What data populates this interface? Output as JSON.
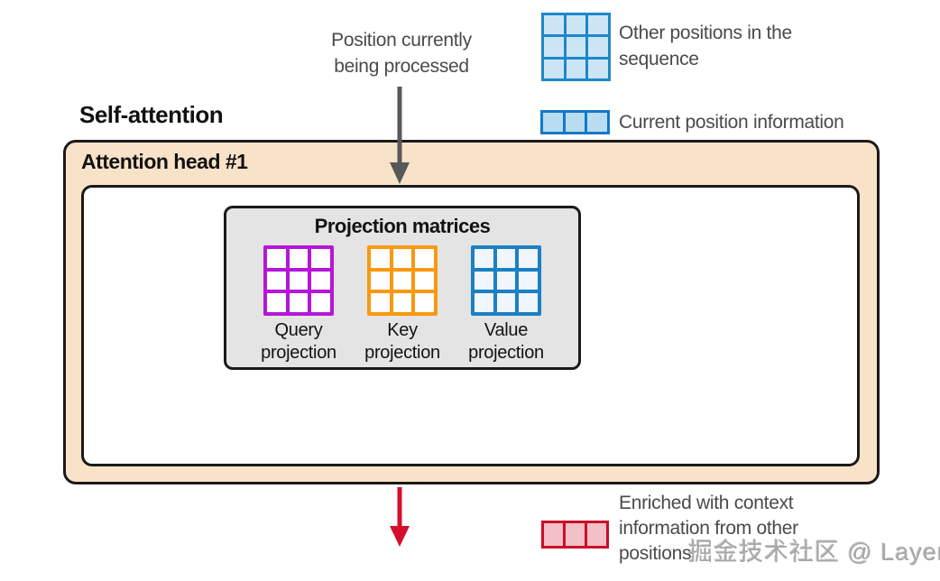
{
  "colors": {
    "head_box_fill": "#f9e3c8",
    "proj_box_fill": "#e4e4e4",
    "gray_arrow": "#58585a",
    "red_arrow": "#d40f2e",
    "blue_grid_border": "#1e87cb",
    "blue_grid_fill": "#cce5f5",
    "blue_row_border": "#1578c9",
    "blue_row_fill": "#b9dcf0",
    "red_row_border": "#c90e28",
    "red_row_fill": "#f2c0c6",
    "query_border": "#b517d8",
    "query_fill": "#ffffff",
    "key_border": "#f8990f",
    "key_fill": "#ffffff",
    "value_border": "#1b80c4",
    "value_fill": "#f0f6fb"
  },
  "annotations": {
    "position_processed": "Position currently\nbeing processed"
  },
  "legend": {
    "other_positions": "Other positions in the\nsequence",
    "current_position": "Current position information",
    "enriched": "Enriched with context\ninformation from other\npositions"
  },
  "diagram": {
    "title": "Self-attention",
    "head_label": "Attention head #1",
    "projection_title": "Projection matrices",
    "matrices": [
      {
        "name": "query-projection-matrix",
        "label": "Query\nprojection"
      },
      {
        "name": "key-projection-matrix",
        "label": "Key\nprojection"
      },
      {
        "name": "value-projection-matrix",
        "label": "Value\nprojection"
      }
    ]
  },
  "watermark": "掘金技术社区 @ Layer"
}
